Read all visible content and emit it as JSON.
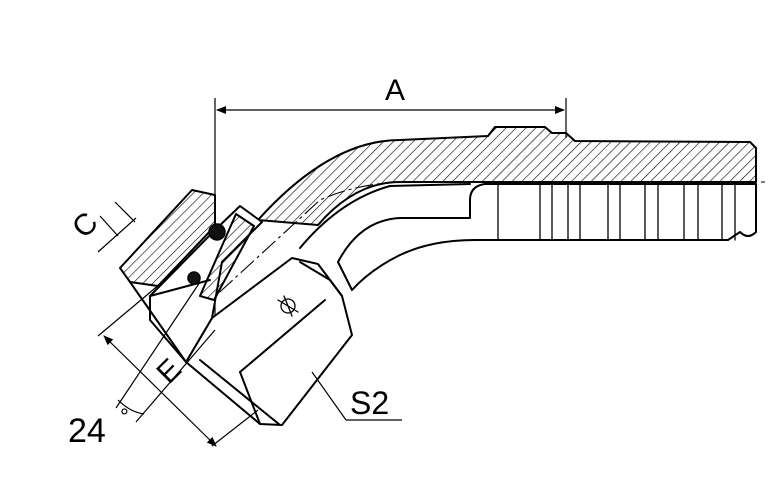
{
  "drawing": {
    "labels": {
      "A": "A",
      "C": "C",
      "E": "E",
      "angle": "24",
      "degree_symbol": "°",
      "S2": "S2"
    }
  }
}
